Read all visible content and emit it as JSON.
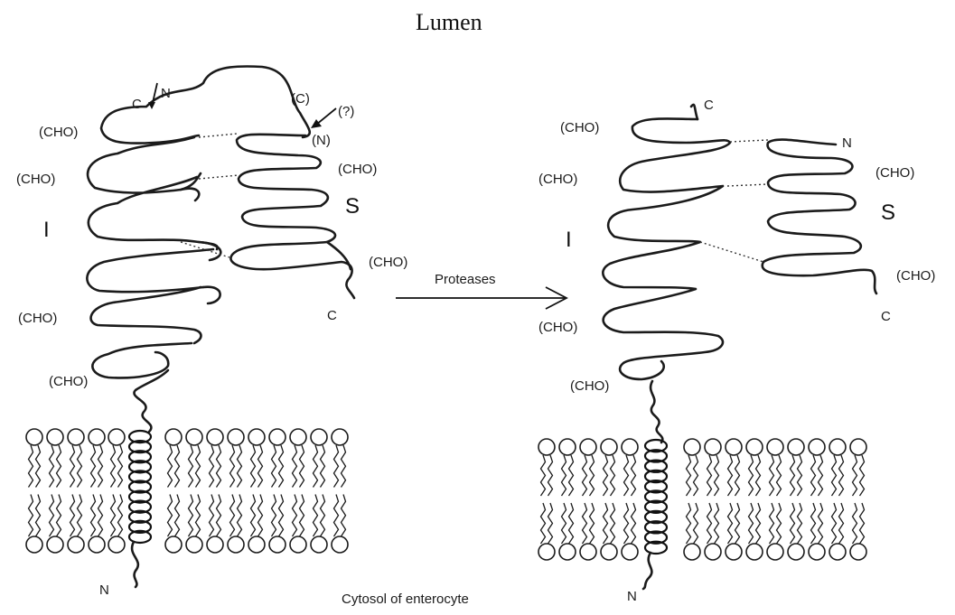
{
  "title": "Lumen",
  "footer": "Cytosol of enterocyte",
  "arrow_label": "Proteases",
  "left": {
    "subunit_I": "I",
    "subunit_S": "S",
    "cho_labels": [
      "(CHO)",
      "(CHO)",
      "(CHO)",
      "(CHO)",
      "(CHO)",
      "(CHO)"
    ],
    "c_label_top": "C",
    "n_label_top": "N",
    "c_paren": "(C)",
    "n_paren": "(N)",
    "question": "(?)",
    "c_label_S": "C",
    "n_label_membrane": "N"
  },
  "right": {
    "subunit_I": "I",
    "subunit_S": "S",
    "cho_labels": [
      "(CHO)",
      "(CHO)",
      "(CHO)",
      "(CHO)",
      "(CHO)",
      "(CHO)"
    ],
    "c_label_top": "C",
    "n_label_S": "N",
    "c_label_S": "C",
    "n_label_membrane": "N"
  },
  "colors": {
    "ink": "#1b1b1b",
    "background": "#ffffff"
  }
}
